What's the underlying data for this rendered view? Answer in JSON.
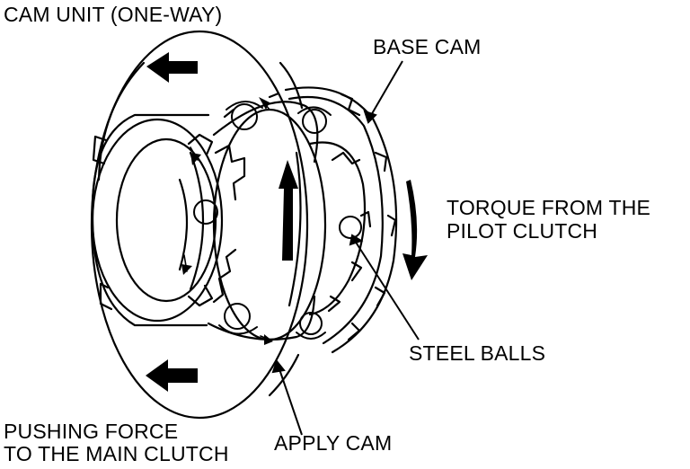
{
  "labels": {
    "cam_unit": "CAM UNIT (ONE-WAY)",
    "base_cam": "BASE CAM",
    "torque_line1": "TORQUE FROM THE",
    "torque_line2": "PILOT CLUTCH",
    "steel_balls": "STEEL BALLS",
    "pushing_line1": "PUSHING FORCE",
    "pushing_line2": "TO THE MAIN CLUTCH",
    "apply_cam": "APPLY CAM"
  },
  "colors": {
    "ink": "#000000",
    "paper": "#ffffff"
  }
}
